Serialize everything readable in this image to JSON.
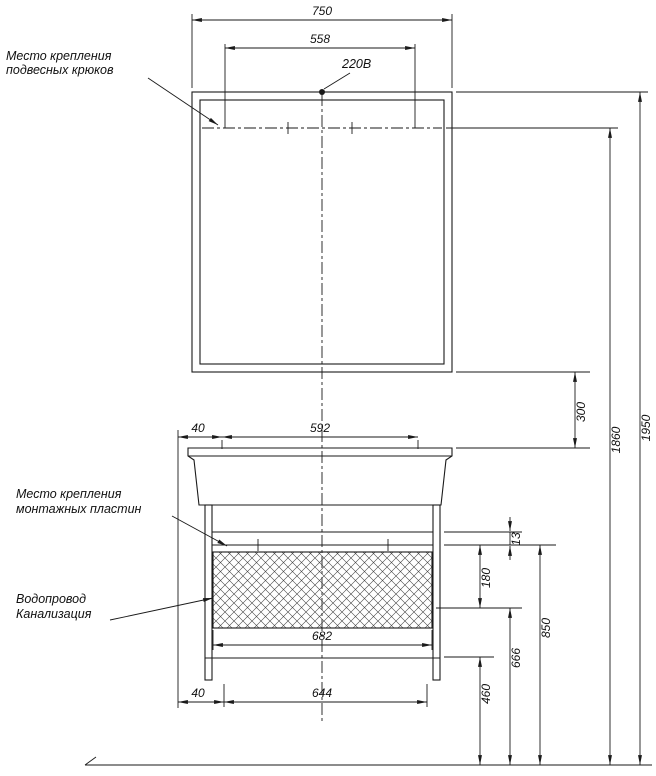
{
  "labels": {
    "hooks_1": "Место крепления",
    "hooks_2": "подвесных крюков",
    "plates_1": "Место крепления",
    "plates_2": "монтажных пластин",
    "water": "Водопровод",
    "sewer": "Канализация",
    "power": "220В"
  },
  "dims": {
    "d750": "750",
    "d558": "558",
    "d592": "592",
    "d40_top": "40",
    "d682": "682",
    "d644": "644",
    "d40_bottom": "40",
    "d300": "300",
    "d1860": "1860",
    "d1950": "1950",
    "d13": "13",
    "d180": "180",
    "d850": "850",
    "d666": "666",
    "d460": "460"
  }
}
